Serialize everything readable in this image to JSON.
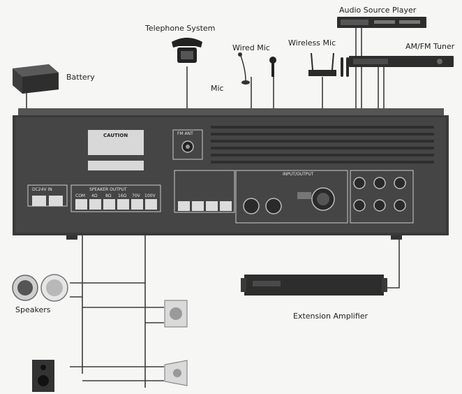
{
  "labels": {
    "audio_source_player": "Audio Source Player",
    "telephone_system": "Telephone System",
    "wired_mic": "Wired Mic",
    "wireless_mic": "Wireless Mic",
    "am_fm_tuner": "AM/FM Tuner",
    "battery": "Battery",
    "mic": "Mic",
    "speakers": "Speakers",
    "extension_amplifier": "Extension Amplifier"
  },
  "panel": {
    "caution": "CAUTION",
    "dc_in": "DC24V IN",
    "speaker_output": "SPEAKER OUTPUT",
    "com": "COM",
    "ohm4": "4Ω",
    "ohm8": "8Ω",
    "ohm16": "16Ω",
    "v70": "70V",
    "v100": "100V",
    "input_output": "INPUT/OUTPUT",
    "fm_ant": "FM ANT"
  },
  "colors": {
    "panel": "#3a3a3a",
    "line": "#3c3c3c",
    "background": "#f6f6f4"
  }
}
